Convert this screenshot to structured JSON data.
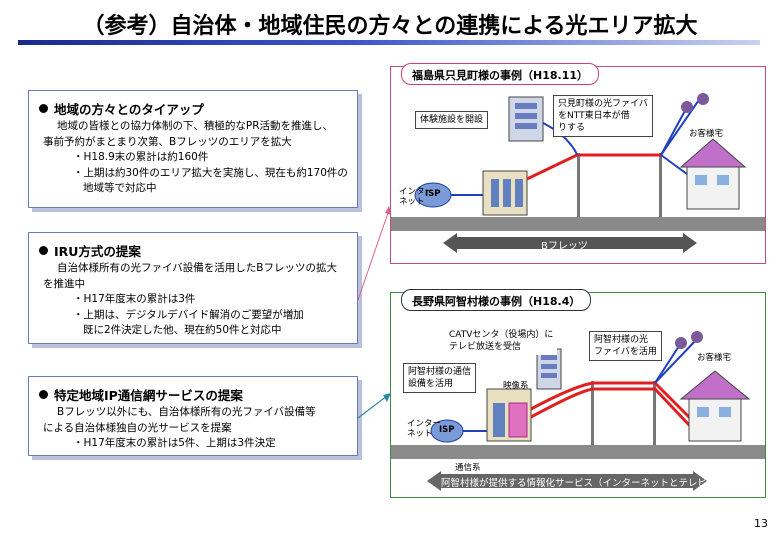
{
  "title": "（参考）自治体・地域住民の方々との連携による光エリア拡大",
  "left_panels": [
    {
      "heading": "地域の方々とのタイアップ",
      "lines": [
        "地域の皆様との協力体制の下、積極的なPR活動を推進し、",
        "事前予約がまとまり次第、Bフレッツのエリアを拡大",
        "・H18.9末の累計は約160件",
        "・上期は約30件のエリア拡大を実施し、現在も約170件の",
        "地域等で対応中"
      ]
    },
    {
      "heading": "IRU方式の提案",
      "lines": [
        "自治体様所有の光ファイバ設備を活用したBフレッツの拡大",
        "を推進中",
        "・H17年度末の累計は3件",
        "・上期は、デジタルデバイド解消のご要望が増加",
        "既に2件決定した他、現在約50件と対応中"
      ]
    },
    {
      "heading": "特定地域IP通信網サービスの提案",
      "lines": [
        "Bフレッツ以外にも、自治体様所有の光ファイバ設備等",
        "による自治体様独自の光サービスを提案",
        "・H17年度末の累計は5件、上期は3件決定"
      ]
    }
  ],
  "case1": {
    "title": "福島県只見町様の事例（H18.11）",
    "callout_facility": "体験施設を開設",
    "callout_fiber": [
      "只見町様の光ファイバ",
      "をNTT東日本が借",
      "りする"
    ],
    "customer_home": "お客様宅",
    "internet": [
      "インター",
      "ネット"
    ],
    "isp": "ISP",
    "bar": "Bフレッツ"
  },
  "case2": {
    "title": "長野県阿智村様の事例（H18.4）",
    "callout_catv": [
      "CATVセンタ（役場内）に",
      "テレビ放送を受信"
    ],
    "callout_fiber": [
      "阿智村様の光",
      "ファイバを活用"
    ],
    "callout_comm": [
      "阿智村様の通信",
      "設備を活用"
    ],
    "video": "映像系",
    "comm": "通信系",
    "customer_home": "お客様宅",
    "internet": [
      "インター",
      "ネット"
    ],
    "isp": "ISP",
    "bar": "阿智村様が提供する情報化サービス（インターネットとテレビ放送）"
  },
  "page_number": "13",
  "colors": {
    "accent": "#1a2a8c",
    "fiber": "#e02020",
    "network": "#2040c0",
    "green_frame": "#3c8c3c"
  }
}
